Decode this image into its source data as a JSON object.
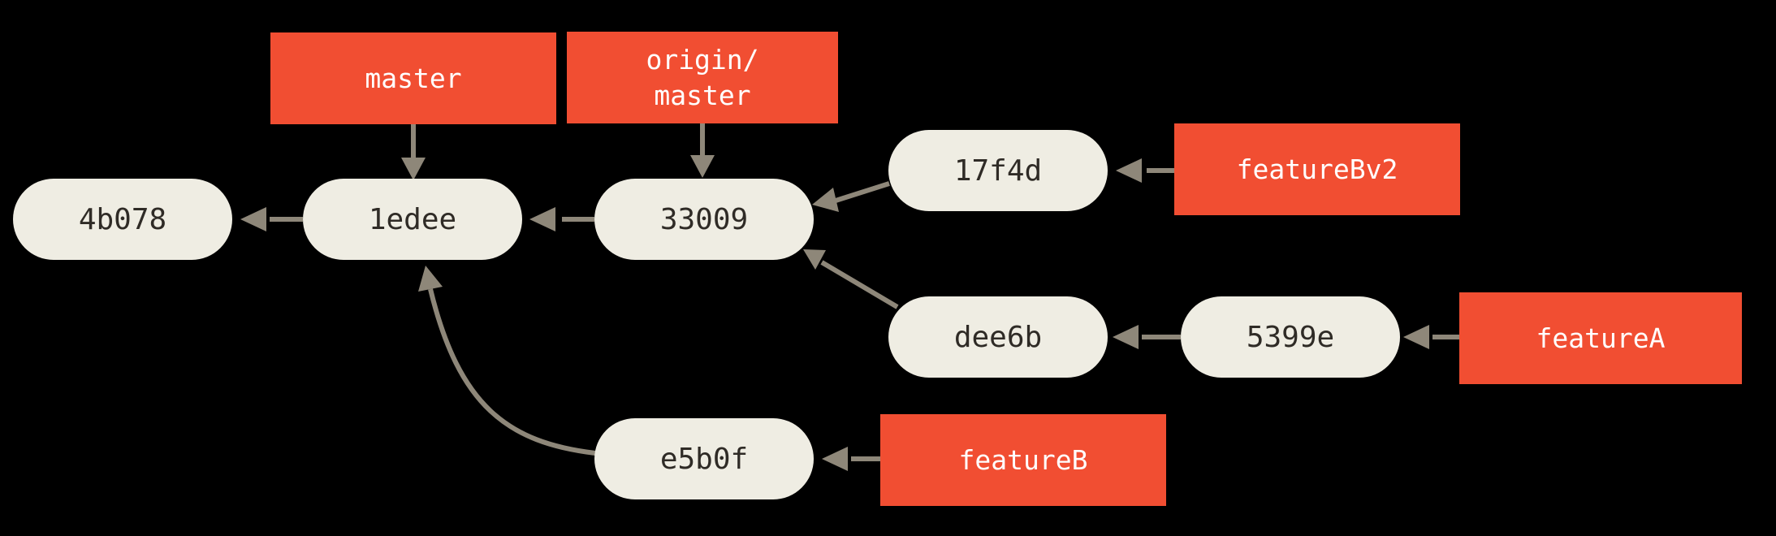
{
  "diagram": {
    "title": "Git commit history graph",
    "type": "git-commit-graph",
    "colors": {
      "background": "#000000",
      "branch_label_bg": "#f14e32",
      "branch_label_text": "#ffffff",
      "commit_node_bg": "#efede3",
      "commit_node_text": "#2f2b26",
      "arrow": "#8e8779"
    },
    "commits": [
      {
        "id": "4b078"
      },
      {
        "id": "1edee"
      },
      {
        "id": "33009"
      },
      {
        "id": "17f4d"
      },
      {
        "id": "dee6b"
      },
      {
        "id": "5399e"
      },
      {
        "id": "e5b0f"
      }
    ],
    "branch_labels": [
      {
        "name": "master",
        "display": "master",
        "points_to": "1edee"
      },
      {
        "name": "origin/master",
        "display": "origin/\nmaster",
        "points_to": "33009"
      },
      {
        "name": "featureBv2",
        "display": "featureBv2",
        "points_to": "17f4d"
      },
      {
        "name": "featureA",
        "display": "featureA",
        "points_to": "5399e"
      },
      {
        "name": "featureB",
        "display": "featureB",
        "points_to": "e5b0f"
      }
    ],
    "edges": [
      {
        "from": "master",
        "to": "1edee"
      },
      {
        "from": "origin/master",
        "to": "33009"
      },
      {
        "from": "1edee",
        "to": "4b078"
      },
      {
        "from": "33009",
        "to": "1edee"
      },
      {
        "from": "17f4d",
        "to": "33009"
      },
      {
        "from": "dee6b",
        "to": "33009"
      },
      {
        "from": "5399e",
        "to": "dee6b"
      },
      {
        "from": "e5b0f",
        "to": "1edee"
      },
      {
        "from": "featureBv2",
        "to": "17f4d"
      },
      {
        "from": "featureA",
        "to": "5399e"
      },
      {
        "from": "featureB",
        "to": "e5b0f"
      }
    ]
  }
}
